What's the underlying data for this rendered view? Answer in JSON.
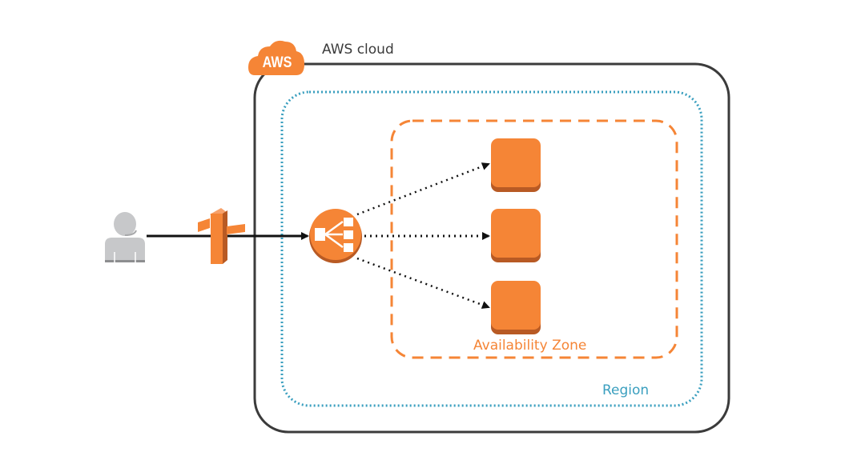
{
  "diagram": {
    "cloud": {
      "label": "AWS cloud",
      "badge": "AWS"
    },
    "region": {
      "label": "Region"
    },
    "availability_zone": {
      "label": "Availability Zone"
    },
    "nodes": [
      {
        "id": "user",
        "type": "user-icon"
      },
      {
        "id": "route53",
        "type": "route53-signpost-icon"
      },
      {
        "id": "elb",
        "type": "load-balancer-icon"
      },
      {
        "id": "instance-1",
        "type": "ec2-instance-icon"
      },
      {
        "id": "instance-2",
        "type": "ec2-instance-icon"
      },
      {
        "id": "instance-3",
        "type": "ec2-instance-icon"
      }
    ],
    "edges": [
      {
        "from": "user",
        "to": "elb",
        "style": "solid"
      },
      {
        "from": "elb",
        "to": "instance-1",
        "style": "dotted"
      },
      {
        "from": "elb",
        "to": "instance-2",
        "style": "dotted"
      },
      {
        "from": "elb",
        "to": "instance-3",
        "style": "dotted"
      }
    ],
    "colors": {
      "aws_orange": "#f58536",
      "aws_orange_dark": "#b85a24",
      "region_blue": "#3a9fbf",
      "cloud_border": "#3b3b3b",
      "user_gray": "#c7c8ca"
    }
  }
}
